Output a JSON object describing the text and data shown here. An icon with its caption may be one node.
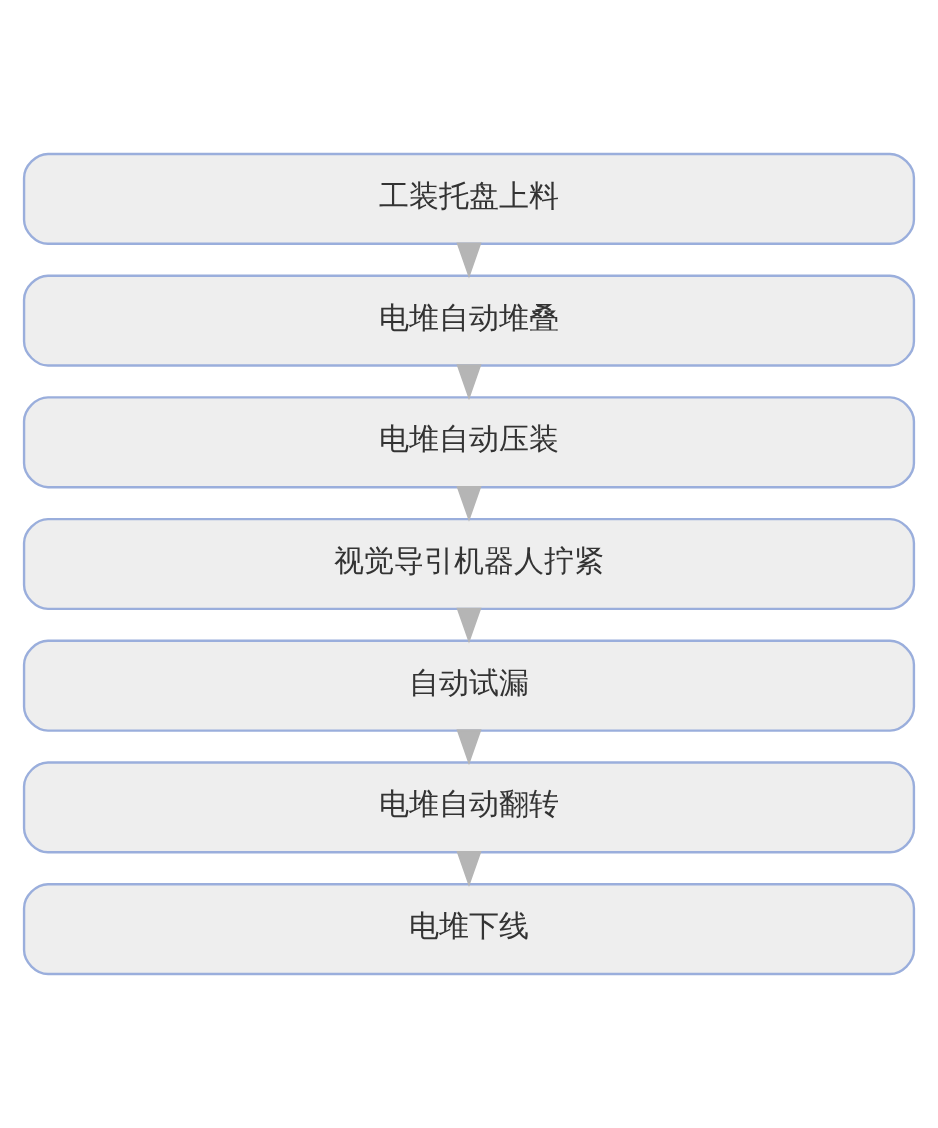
{
  "diagram": {
    "nodes": [
      {
        "text": [
          "工装托盘上料"
        ]
      },
      {
        "text": [
          "电堆自动堆叠"
        ]
      },
      {
        "text": [
          "电堆自动压装"
        ]
      },
      {
        "text": [
          "视觉导引机器人拧紧"
        ]
      },
      {
        "text": [
          "自动试漏"
        ]
      },
      {
        "text": [
          "电堆自动翻转"
        ]
      },
      {
        "text": [
          "电堆下线"
        ]
      }
    ],
    "edges": [
      {
        "from": 0,
        "to": 1,
        "arrow": "to"
      },
      {
        "from": 1,
        "to": 2,
        "arrow": "to"
      },
      {
        "from": 2,
        "to": 3,
        "arrow": "to"
      },
      {
        "from": 3,
        "to": 4,
        "arrow": "to"
      },
      {
        "from": 4,
        "to": 5,
        "arrow": "to"
      },
      {
        "from": 5,
        "to": 6,
        "arrow": "to"
      }
    ]
  }
}
